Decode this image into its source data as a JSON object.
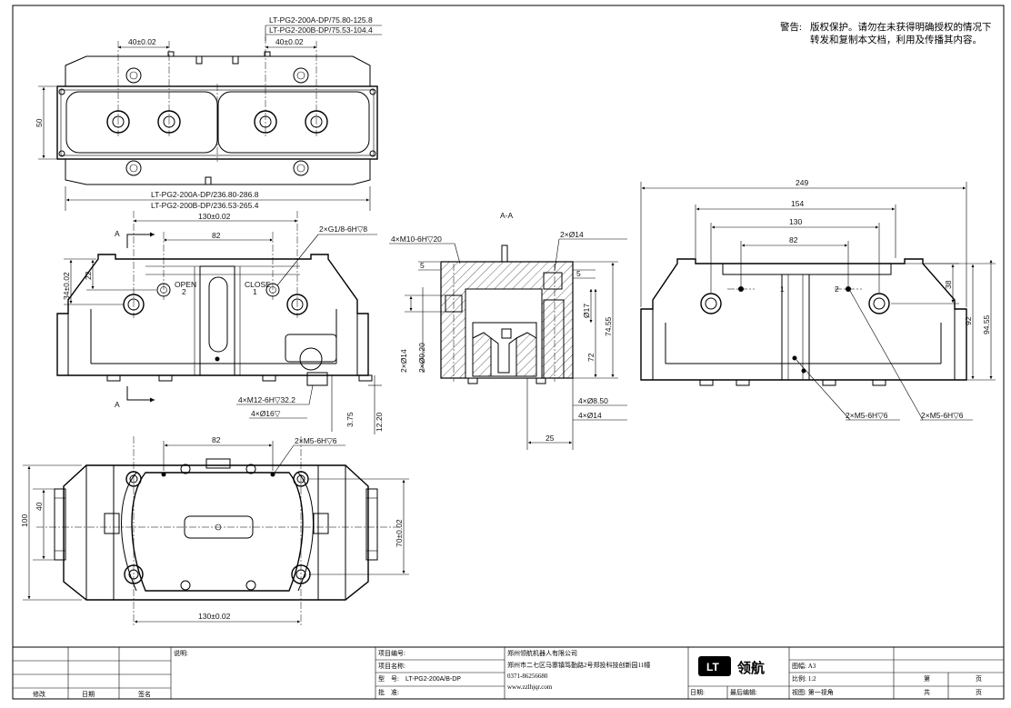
{
  "warning": {
    "label": "警告:",
    "text": "版权保护。请勿在未获得明确授权的情况下转发和复制本文档，利用及传播其内容。"
  },
  "top_view": {
    "dim_a_text": "LT-PG2-200A-DP/75.80-125.8",
    "dim_b_text": "LT-PG2-200B-DP/75.53-104.4",
    "dim_40_left": "40±0.02",
    "dim_40_right": "40±0.02",
    "dim_50": "50",
    "len_a_text": "LT-PG2-200A-DP/236.80-286.8",
    "len_b_text": "LT-PG2-200B-DP/236.53-265.4"
  },
  "front_view": {
    "dim_130": "130±0.02",
    "dim_82": "82",
    "dim_34": "34±0.02",
    "dim_22": "22",
    "section_a_top": "A",
    "section_a_bottom": "A",
    "port_callout": "2×G1/8-6H▽8",
    "open_label": "OPEN",
    "open_num": "2",
    "close_label": "CLOSE",
    "close_num": "1",
    "thread_callout": "4×M12-6H▽32.2",
    "bore_callout": "4×Ø16▽",
    "dim_375": "3.75",
    "dim_1220": "12.20"
  },
  "section_view": {
    "title": "A-A",
    "m10_callout": "4×M10-6H▽20",
    "bore14_callout": "2×Ø14",
    "dim_5a": "5",
    "dim_5b": "5",
    "dim_17": "Ø17",
    "dim_74": "74.55",
    "dim_72": "72",
    "dim_2x14": "2×Ø14",
    "dim_2x020": "2×Ø0.20",
    "hole850": "4×Ø8.50",
    "hole14": "4×Ø14",
    "dim_25": "25"
  },
  "side_view": {
    "dim_249": "249",
    "dim_154": "154",
    "dim_130": "130",
    "dim_82": "82",
    "dim_38": "38",
    "dim_92": "92",
    "dim_9455": "94.55",
    "port_num_1": "1",
    "port_num_2": "2",
    "m5_left": "2×M5-6H▽6",
    "m5_right": "2×M5-6H▽6"
  },
  "bottom_view": {
    "dim_82": "82",
    "m5_callout": "2×M5-6H▽6",
    "dim_100": "100",
    "dim_40": "40",
    "dim_70": "70±0.02",
    "dim_130": "130±0.02"
  },
  "title_block": {
    "desc_label": "说明:",
    "rev_label": "修改",
    "date_label": "日期",
    "sign_label": "签名",
    "proj_no_label": "项目编号:",
    "proj_name_label": "项目名称:",
    "model_label": "型　号:",
    "model_value": "LT-PG2-200A/B-DP",
    "approve_label": "批　准:",
    "company_name": "郑州领航机器人有限公司",
    "company_addr": "郑州市二七区马寨镇笃勤路2号郑投科技创新园11幢",
    "company_phone": "0371-86256680",
    "company_web": "www.zzlhjqr.com",
    "logo_mark": "LT",
    "logo_text": "领航",
    "date_bottom_label": "日期:",
    "last_edit_label": "最后编辑:",
    "sheet_size_label": "图幅: A3",
    "scale_label": "比例: 1:2",
    "view_label": "视图: 第一视角",
    "page_label": "第",
    "page_unit": "页",
    "total_label": "共",
    "total_unit": "页"
  }
}
